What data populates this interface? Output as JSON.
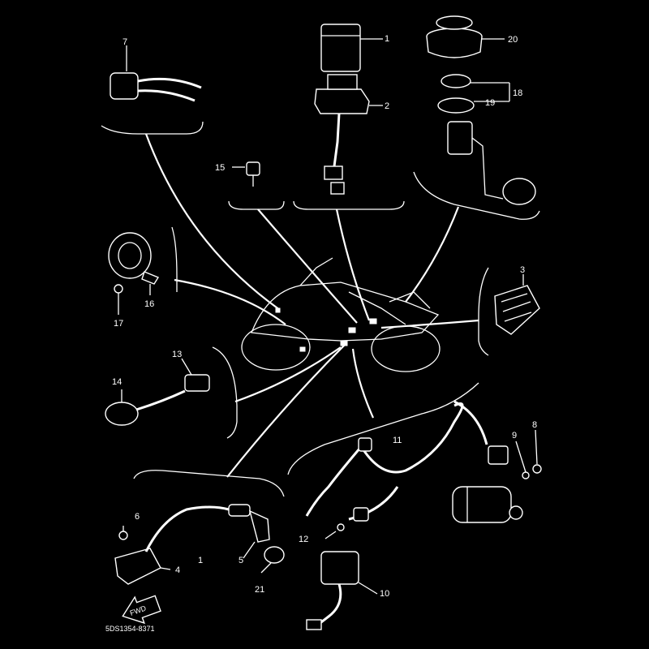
{
  "diagram": {
    "callouts": {
      "c1": "1",
      "c2": "2",
      "c3": "3",
      "c4": "4",
      "c5": "5",
      "c6": "6",
      "c7": "7",
      "c8": "8",
      "c9": "9",
      "c10": "10",
      "c11": "11",
      "c12": "12",
      "c13": "13",
      "c14": "14",
      "c15": "15",
      "c16": "16",
      "c17": "17",
      "c18": "18",
      "c19": "19",
      "c20": "20",
      "c21": "21",
      "c1b": "1"
    },
    "arrow_label": "FWD",
    "drawing_code": "5DS1354-8371"
  }
}
